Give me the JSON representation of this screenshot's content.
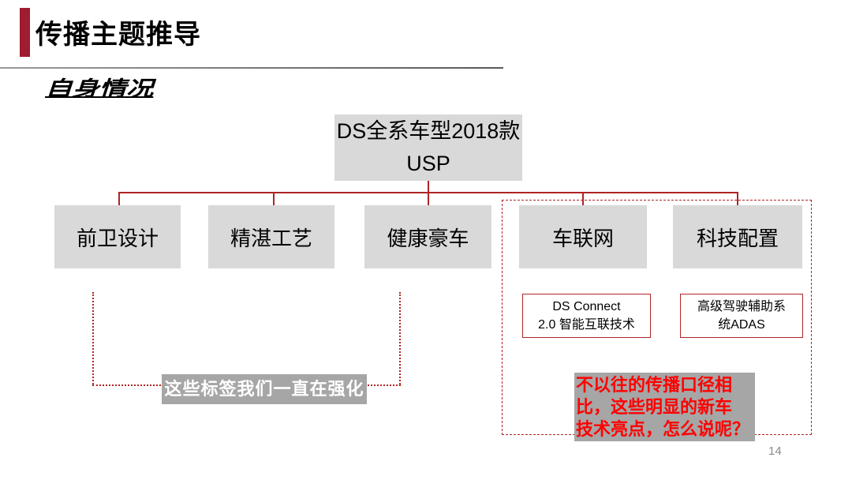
{
  "colors": {
    "accent-bar": "#A01C30",
    "connector-red": "#B02424",
    "note-red": "#FF0000",
    "box-fill": "#D9D9D9",
    "label-fill": "#A6A6A6",
    "rule-gray": "#595959",
    "page-gray": "#8A8A8A"
  },
  "header": {
    "title": "传播主题推导",
    "subtitle": "自身情况"
  },
  "diagram": {
    "root": {
      "lines": [
        "DS全系车型2018款",
        "USP"
      ]
    },
    "branches": [
      {
        "label": "前卫设计"
      },
      {
        "label": "精湛工艺"
      },
      {
        "label": "健康豪车"
      },
      {
        "label": "车联网"
      },
      {
        "label": "科技配置"
      }
    ],
    "details": [
      {
        "lines": [
          "DS Connect",
          "2.0 智能互联技术"
        ]
      },
      {
        "lines": [
          "高级驾驶辅助系",
          "统ADAS"
        ]
      }
    ]
  },
  "annotations": {
    "strengthen_label": "这些标签我们一直在强化",
    "question_note_lines": [
      "不以往的传播口径相",
      "比，这些明显的新车",
      "技术亮点，怎么说呢？"
    ]
  },
  "footer": {
    "page_number": "14"
  }
}
